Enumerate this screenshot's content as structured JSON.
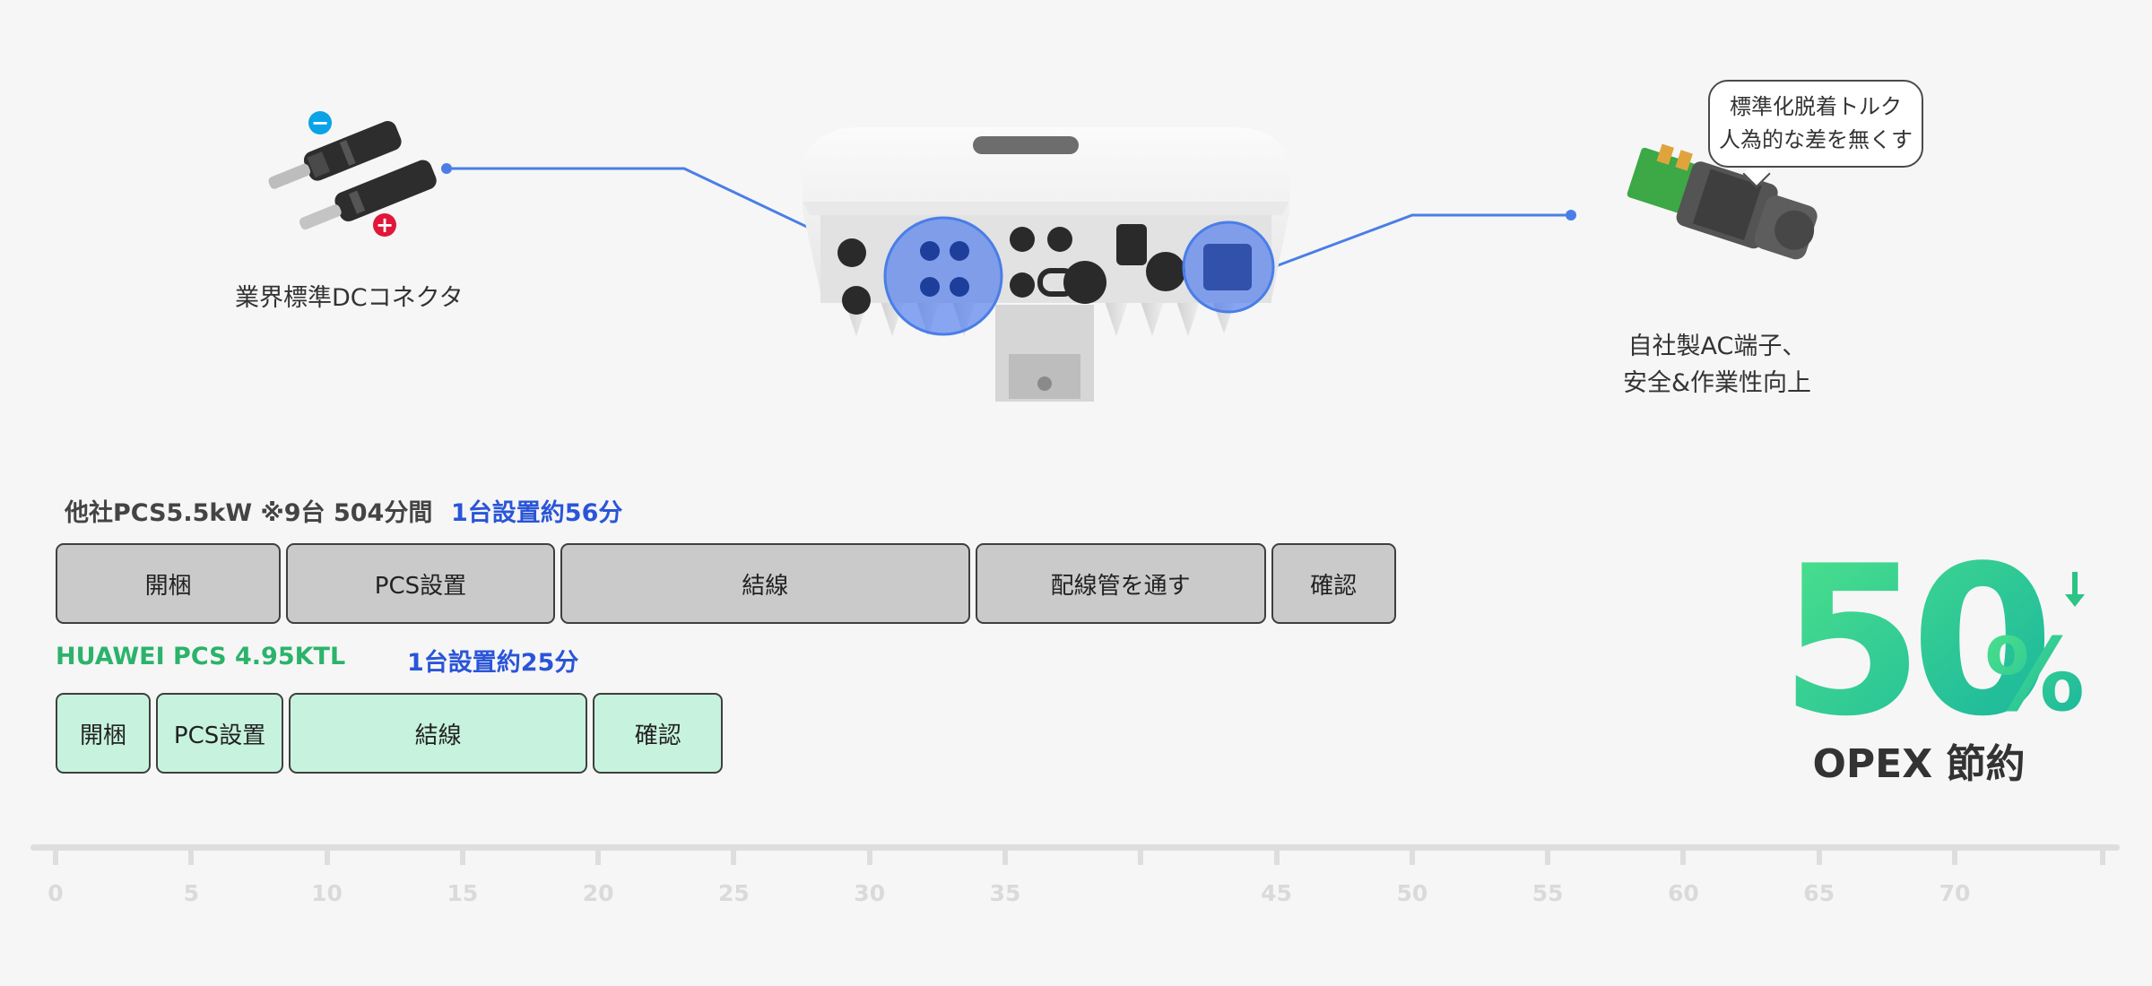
{
  "colors": {
    "accent_blue": "#4a7ee6",
    "title_blue": "#2a55d8",
    "huawei_green": "#2bb36b",
    "grey_bar": "#cbcaca",
    "green_bar": "#c7f3de",
    "stat_gradient_start": "#4fe38a",
    "stat_gradient_end": "#15b39f"
  },
  "top": {
    "dc_connector_label": "業界標準DCコネクタ",
    "ac_terminal_label_line1": "自社製AC端子、",
    "ac_terminal_label_line2": "安全&作業性向上",
    "bubble_line1": "標準化脱着トルク",
    "bubble_line2": "人為的な差を無くす",
    "dc_minus_symbol": "−",
    "dc_plus_symbol": "+"
  },
  "comparison": {
    "competitor": {
      "title": "他社PCS5.5kW ※9台 504分間",
      "per_unit": "1台設置約56分",
      "steps": [
        {
          "label": "開梱",
          "start": 0,
          "end": 8.5
        },
        {
          "label": "PCS設置",
          "start": 8.5,
          "end": 18.6
        },
        {
          "label": "結線",
          "start": 18.6,
          "end": 33.9
        },
        {
          "label": "配線管を通す",
          "start": 33.9,
          "end": 44.8
        },
        {
          "label": "確認",
          "start": 44.8,
          "end": 49.6
        }
      ]
    },
    "huawei": {
      "title": "HUAWEI  PCS 4.95KTL",
      "per_unit": "1台設置約25分",
      "steps": [
        {
          "label": "開梱",
          "start": 0,
          "end": 3.7
        },
        {
          "label": "PCS設置",
          "start": 3.7,
          "end": 8.6
        },
        {
          "label": "結線",
          "start": 8.6,
          "end": 19.8
        },
        {
          "label": "確認",
          "start": 19.8,
          "end": 24.8
        }
      ]
    }
  },
  "axis": {
    "ticks": [
      "0",
      "5",
      "10",
      "15",
      "20",
      "25",
      "30",
      "35",
      "40",
      "45",
      "50",
      "55",
      "60",
      "65",
      "70"
    ],
    "labels": [
      "0",
      "5",
      "10",
      "15",
      "20",
      "25",
      "30",
      "35",
      "",
      "45",
      "50",
      "55",
      "60",
      "65",
      "70"
    ]
  },
  "stat": {
    "value": "50",
    "unit": "%",
    "arrow": "down",
    "caption": "OPEX 節約"
  }
}
